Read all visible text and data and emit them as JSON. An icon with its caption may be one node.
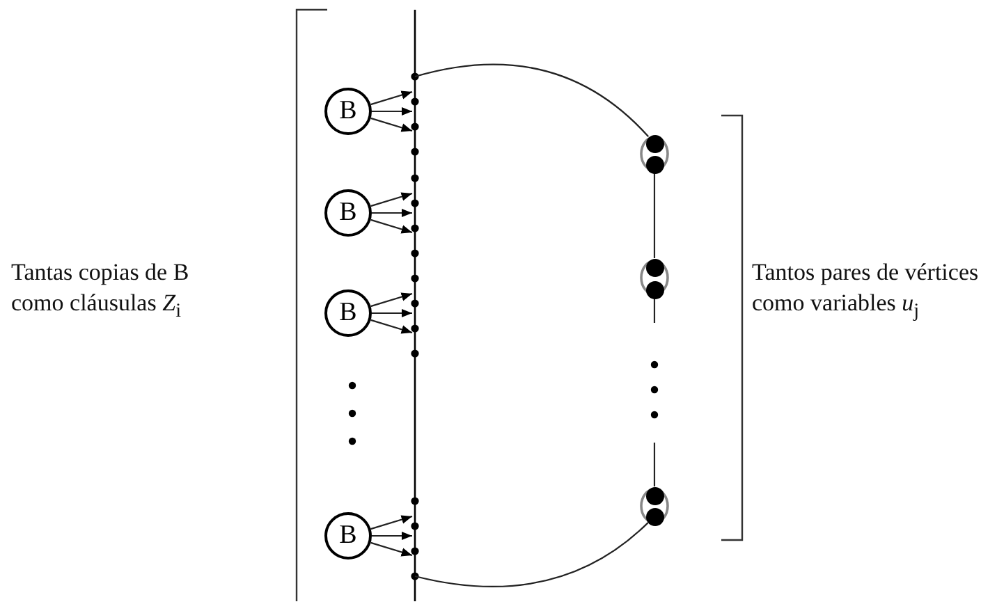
{
  "diagram": {
    "nodes": [
      {
        "text": [
          "B"
        ]
      },
      {
        "text": [
          "B"
        ]
      },
      {
        "text": [
          "B"
        ]
      },
      {
        "text": [
          "B"
        ]
      },
      {
        "text": [],
        "shape": "circle"
      },
      {
        "text": [],
        "shape": "circle"
      },
      {
        "text": [],
        "shape": "circle"
      },
      {
        "text": [],
        "shape": "circle"
      },
      {
        "text": [],
        "shape": "circle"
      },
      {
        "text": [],
        "shape": "circle"
      }
    ],
    "edges": [
      {
        "from": 0,
        "to": null,
        "arrow": "to"
      },
      {
        "from": 0,
        "to": null,
        "arrow": "to"
      },
      {
        "from": 0,
        "to": null,
        "arrow": "to"
      },
      {
        "from": 1,
        "to": null,
        "arrow": "to"
      },
      {
        "from": 1,
        "to": null,
        "arrow": "to"
      },
      {
        "from": 1,
        "to": null,
        "arrow": "to"
      },
      {
        "from": 2,
        "to": null,
        "arrow": "to"
      },
      {
        "from": 2,
        "to": null,
        "arrow": "to"
      },
      {
        "from": 2,
        "to": null,
        "arrow": "to"
      },
      {
        "from": 3,
        "to": null,
        "arrow": "to"
      },
      {
        "from": 3,
        "to": null,
        "arrow": "to"
      },
      {
        "from": 3,
        "to": null,
        "arrow": "to"
      },
      {
        "from": null,
        "to": 4,
        "arrow": "none"
      },
      {
        "from": 5,
        "to": 6,
        "arrow": "none"
      },
      {
        "from": 7,
        "to": null,
        "arrow": "none"
      },
      {
        "from": null,
        "to": 8,
        "arrow": "none"
      },
      {
        "from": null,
        "to": 9,
        "arrow": "none"
      }
    ],
    "labels": [
      "Tantas copias de B como cláusulas *Z*$_{i}$",
      "Tantos pares de vértices como variables *u*$_{j}$"
    ]
  }
}
